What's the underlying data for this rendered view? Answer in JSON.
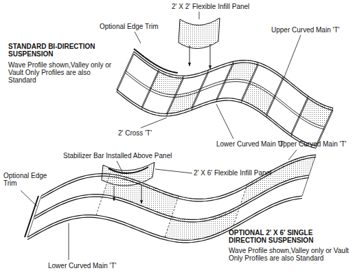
{
  "diagram": {
    "labels": [
      "2' X 2' Flexible Infill Panel",
      "Optional Edge Trim",
      "Upper Curved Main 'T'",
      "STANDARD BI-DIRECTION SUSPENSION",
      "Wave Profile shown,Valley only or Vault Only Profiles are also Standard",
      "2' Cross 'T'",
      "Lower Curved Main 'T'",
      "Stabilizer Bar Installed Above Panel",
      "2' X 6' Flexible Infill Panel",
      "Optional Edge Trim",
      "Upper Curved Main 'T'",
      "OPTIONAL 2' X 6' SINGLE DIRECTION SUSPENSION",
      "Wave Profile shown,Valley only or Vault Only Profiles are also Standard",
      "Lower Curved Main 'T'"
    ]
  }
}
